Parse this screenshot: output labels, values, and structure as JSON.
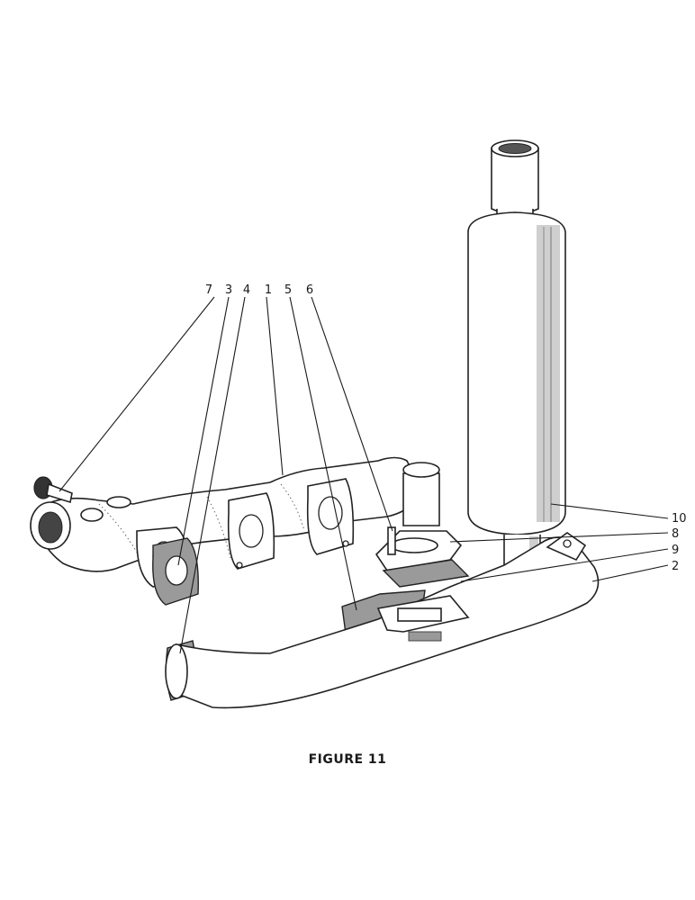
{
  "figure": {
    "caption": "FIGURE 11",
    "callouts": [
      "7",
      "3",
      "4",
      "1",
      "5",
      "6",
      "10",
      "8",
      "9",
      "2"
    ]
  }
}
